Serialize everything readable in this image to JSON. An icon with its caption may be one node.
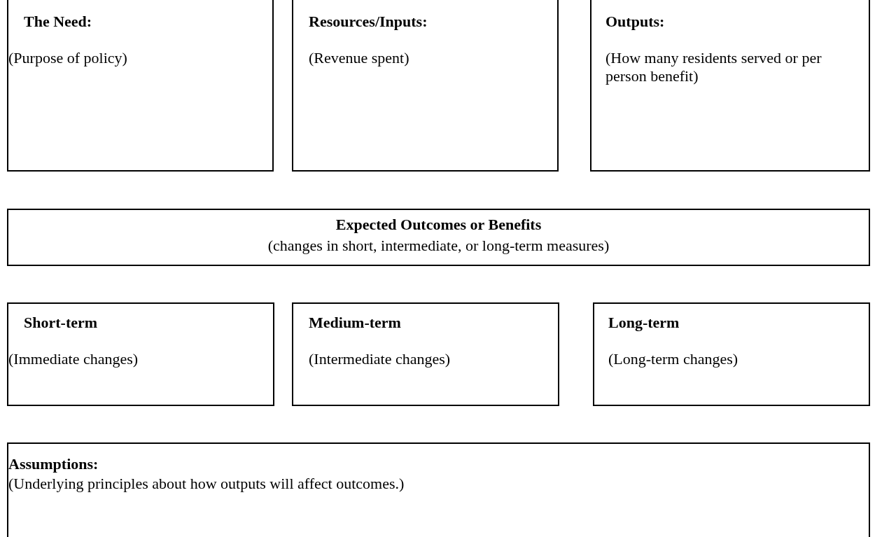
{
  "diagram": {
    "nodes": [
      {
        "text": [
          "The Need:",
          "(Purpose of policy)"
        ]
      },
      {
        "text": [
          "Resources/Inputs:",
          "(Revenue spent)"
        ]
      },
      {
        "text": [
          "Outputs:",
          "(How many residents served or per person benefit)"
        ]
      },
      {
        "text": [
          "Expected Outcomes or Benefits",
          "(changes in short, intermediate, or long-term measures)"
        ]
      },
      {
        "text": [
          "Short-term",
          "(Immediate changes)"
        ]
      },
      {
        "text": [
          "Medium-term",
          "(Intermediate changes)"
        ]
      },
      {
        "text": [
          "Long-term",
          "(Long-term changes)"
        ]
      },
      {
        "text": [
          "Assumptions:",
          "(Underlying principles about how outputs will affect outcomes.)"
        ]
      }
    ]
  }
}
